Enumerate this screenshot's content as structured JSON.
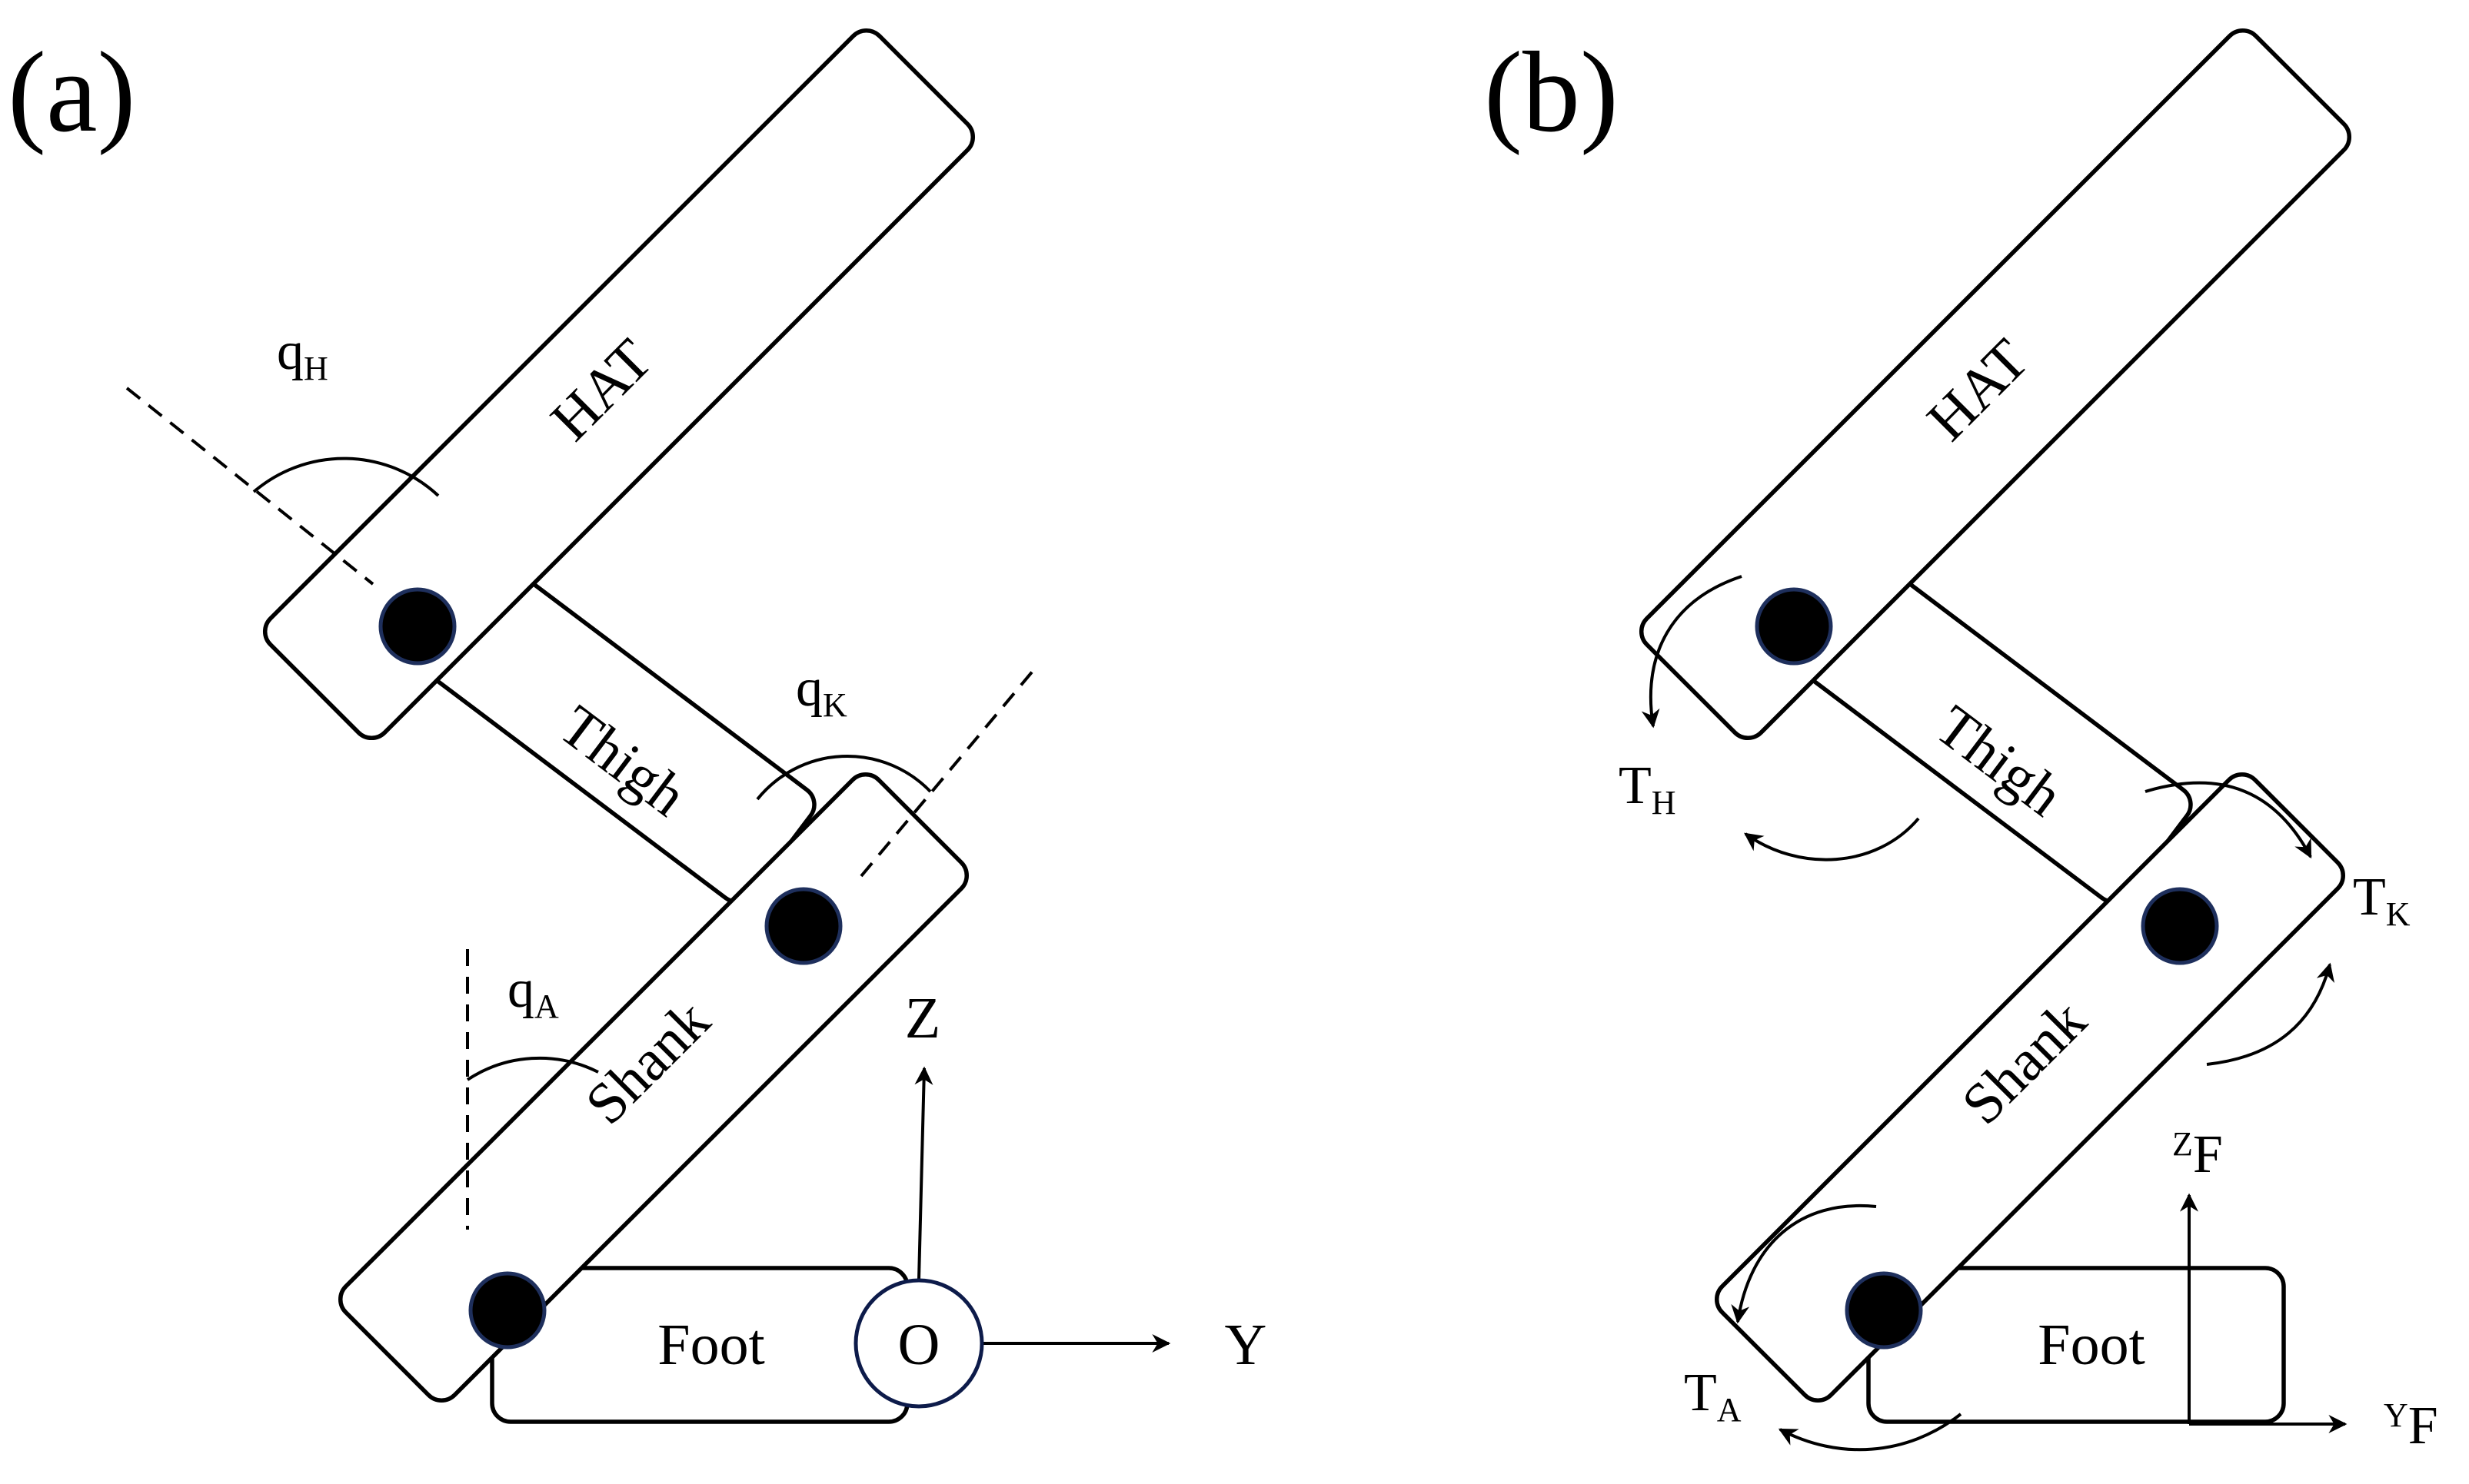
{
  "panels": [
    {
      "label": "(a)",
      "segments": {
        "hat": "HAT",
        "thigh": "Thigh",
        "shank": "Shank",
        "foot": "Foot"
      },
      "angles": [
        {
          "symbol": "q",
          "subscript": "H"
        },
        {
          "symbol": "q",
          "subscript": "K"
        },
        {
          "symbol": "q",
          "subscript": "A"
        }
      ],
      "origin": "O",
      "axes": {
        "z": "Z",
        "y": "Y"
      }
    },
    {
      "label": "(b)",
      "segments": {
        "hat": "HAT",
        "thigh": "Thigh",
        "shank": "Shank",
        "foot": "Foot"
      },
      "torques": [
        {
          "symbol": "T",
          "subscript": "H"
        },
        {
          "symbol": "T",
          "subscript": "K"
        },
        {
          "symbol": "T",
          "subscript": "A"
        }
      ],
      "forces": {
        "z": {
          "prefix": "Z",
          "symbol": "F"
        },
        "y": {
          "prefix": "Y",
          "symbol": "F"
        }
      }
    }
  ],
  "colors": {
    "line": "#000000",
    "joint_fill": "#000000",
    "joint_ring": "#1e2f5c",
    "background": "#ffffff"
  }
}
